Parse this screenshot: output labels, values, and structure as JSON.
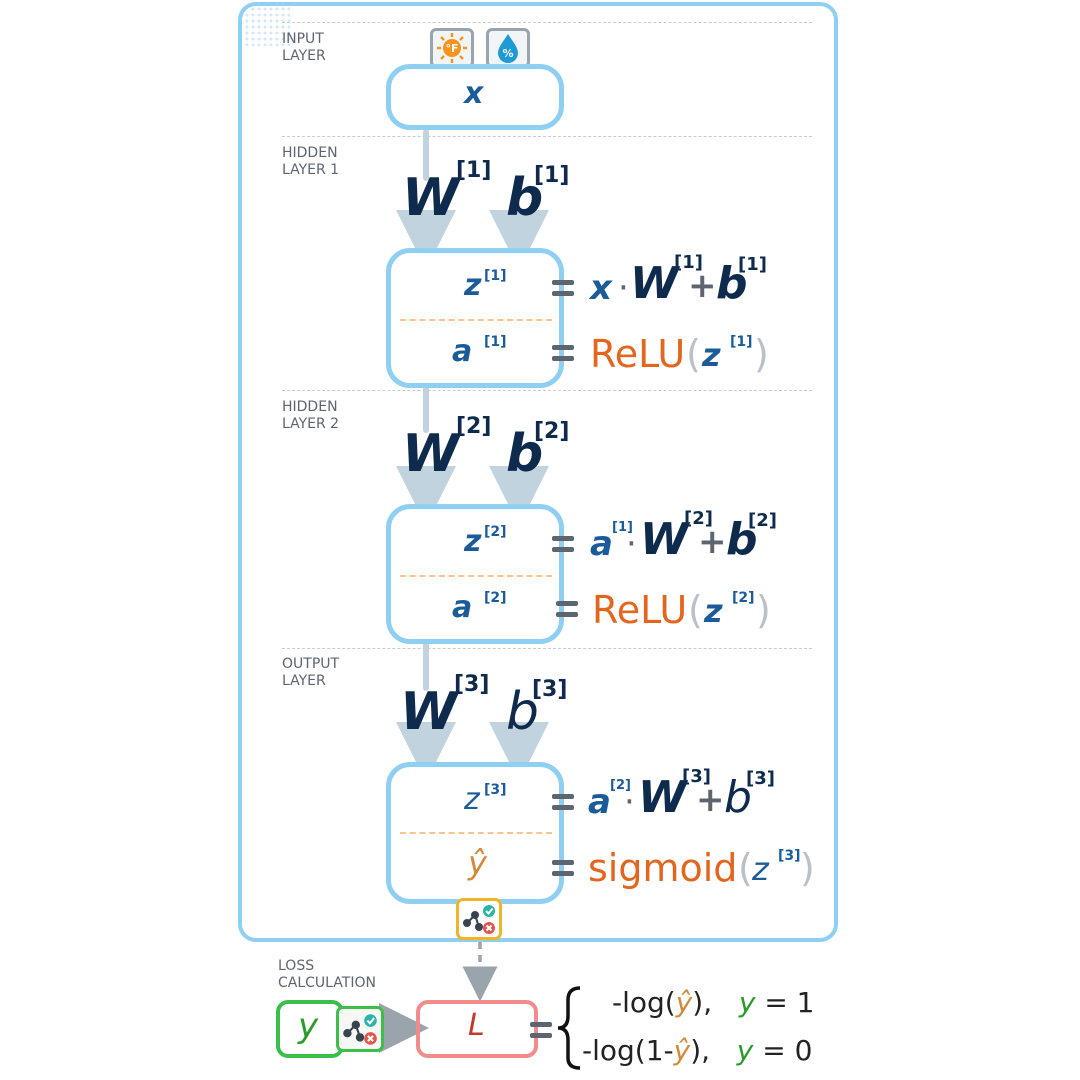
{
  "layers": {
    "input": "INPUT\nLAYER",
    "hidden1": "HIDDEN\nLAYER 1",
    "hidden2": "HIDDEN\nLAYER 2",
    "output": "OUTPUT\nLAYER",
    "loss": "LOSS\nCALCULATION"
  },
  "input_var": "x",
  "weight_symbol": "W",
  "bias_symbol": "b",
  "indices": [
    "[1]",
    "[2]",
    "[3]"
  ],
  "z_symbol": "z",
  "a_symbol": "a",
  "yhat_symbol": "ŷ",
  "relu_fn": "ReLU",
  "sigmoid_fn": "sigmoid",
  "label_y": "y",
  "loss_symbol": "L",
  "loss_cases": [
    {
      "expr_pre": "-log(",
      "expr_var": "ŷ",
      "expr_post": "),",
      "cond_var": "y",
      "cond_val": "= 1"
    },
    {
      "expr_pre": "-log(1-",
      "expr_var": "ŷ",
      "expr_post": "),",
      "cond_var": "y",
      "cond_val": "= 0"
    }
  ],
  "icons": [
    "thermometer-sun-icon",
    "humidity-drop-icon",
    "model-check-icon"
  ],
  "colors": {
    "box_border": "#8fcff2",
    "relu": "#e3661e",
    "label_border": "#3bbf4a",
    "loss_border": "#f28b8b",
    "icon_border": "#f0b429"
  }
}
